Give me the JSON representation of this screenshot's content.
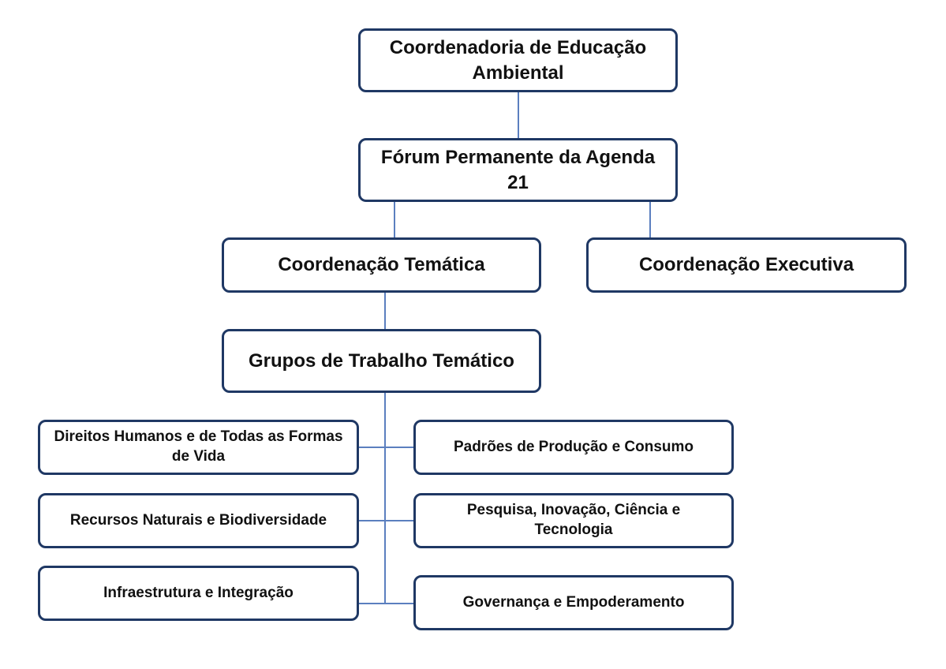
{
  "diagram": {
    "root": "Coordenadoria de Educação Ambiental",
    "forum": "Fórum Permanente da Agenda 21",
    "thematic": "Coordenação Temática",
    "executive": "Coordenação Executiva",
    "groups": "Grupos de Trabalho Temático",
    "items": [
      "Direitos Humanos e de Todas as Formas de Vida",
      "Padrões de Produção e Consumo",
      "Recursos Naturais e Biodiversidade",
      "Pesquisa, Inovação, Ciência e Tecnologia",
      "Infraestrutura e Integração",
      "Governança e Empoderamento"
    ]
  },
  "colors": {
    "border": "#1f3864",
    "connector": "#5b7fbf"
  }
}
